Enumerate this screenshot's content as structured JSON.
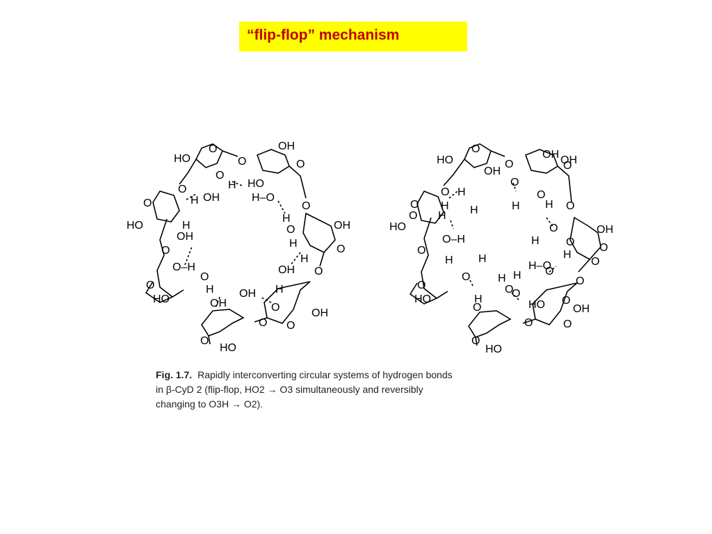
{
  "slide": {
    "title": "“flip-flop” mechanism",
    "title_color": "#c00000",
    "title_background": "#ffff00"
  },
  "figure": {
    "left_ring_labels": {
      "ho_top_left": "HO",
      "o_ring_top": "O",
      "oh_top": "OH",
      "o_link_top": "O",
      "o_dot_upper": "O",
      "h_dot_upper": "H",
      "ho_upper": "HO",
      "o_ring_right_top": "O",
      "o_left_top": "O",
      "h_left_upper": "H",
      "oh_left_upper": "OH",
      "o_hdash": "H–O",
      "h_hb": "H",
      "o_right_link": "O",
      "ho_left": "HO",
      "o_left_ring": "O",
      "h_left": "H",
      "oh_left": "OH",
      "o_right_ring": "O",
      "oh_right": "OH",
      "h_right": "H",
      "o_right2": "O",
      "o_left_mid": "O",
      "oh_dot_left": "O–H",
      "h_right_mid": "H",
      "oh_right_mid": "OH",
      "o_right_low": "O",
      "o_left_low": "O",
      "o_left_low2": "O",
      "ho_left_low": "HO",
      "h_bottom_left": "H",
      "oh_bottom_left": "OH",
      "oh_bottom_mid": "OH",
      "h_bottom_mid": "H",
      "o_bottom_right": "O",
      "oh_bottom_right": "OH",
      "o_bottom": "O",
      "o_bottom_link": "O",
      "o_bottom_ring": "O",
      "ho_bottom": "HO"
    },
    "right_ring_labels": {
      "ho_top_left": "HO",
      "o_top": "O",
      "oh_top": "OH",
      "o_link_top": "O",
      "oh_inner": "OH",
      "o_inner": "O",
      "oh_top_right": "OH",
      "o_right_ring_top": "O",
      "o_left_top": "O",
      "o_inner2": "O",
      "h_a": "H",
      "h_b": "H",
      "h_c": "H",
      "o_right_link": "O",
      "h_d": "H",
      "o_left_a": "O",
      "h_e": "H",
      "h_f": "H",
      "o_right_mid": "O",
      "oh_right": "OH",
      "ho_left": "HO",
      "o_left_ring": "O",
      "h_g": "H",
      "o_h": "O",
      "h_i": "H",
      "o_right2": "O",
      "o_right3": "O",
      "oh_mid": "O–H",
      "h_j": "H",
      "o_left_b": "O",
      "o_left_c": "O",
      "h_k": "H",
      "h_l": "H",
      "h_o": "H–O",
      "o_m": "O",
      "o_right_low": "O",
      "ho_left_low": "HO",
      "o_n": "O",
      "h_p": "H",
      "o_q": "O",
      "h_r": "H",
      "o_s": "O",
      "ho_right": "HO",
      "o_right4": "O",
      "oh_right_low": "OH",
      "o_bottom": "O",
      "o_bottom_link": "O",
      "o_bottom2": "O",
      "o_bottom_ring": "O",
      "ho_bottom": "HO"
    }
  },
  "caption": {
    "lead": "Fig. 1.7.",
    "text": "Rapidly interconverting circular systems of hydrogen bonds in β-CyD 2 (flip-flop, HO2 → O3 simultaneously and reversibly changing to O3H → O2)."
  }
}
